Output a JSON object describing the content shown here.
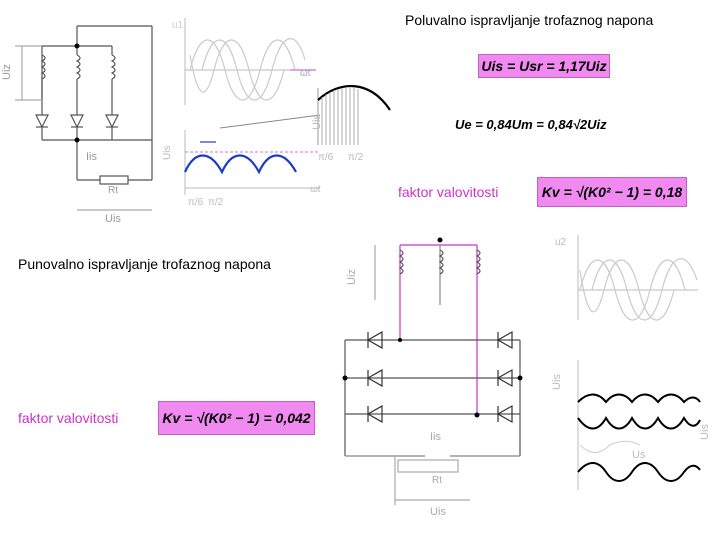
{
  "half_wave": {
    "title": "Poluvalno ispravljanje trofaznog napona",
    "formula_mean": "Uis = Usr = 1,17Uiz",
    "formula_ue": "Ue = 0,84Um = 0,84√2Uiz",
    "ripple_label": "faktor valovitosti",
    "ripple_formula": "Kv = √(K0² − 1) = 0,18"
  },
  "full_wave": {
    "title": "Punovalno ispravljanje trofaznog napona",
    "ripple_label": "faktor valovitosti",
    "ripple_formula": "Kv = √(K0² − 1) = 0,042"
  },
  "colors": {
    "accent_magenta": "#cc33cc",
    "formula_fill": "#f08af0",
    "blue_wave": "#1a3cc8"
  }
}
